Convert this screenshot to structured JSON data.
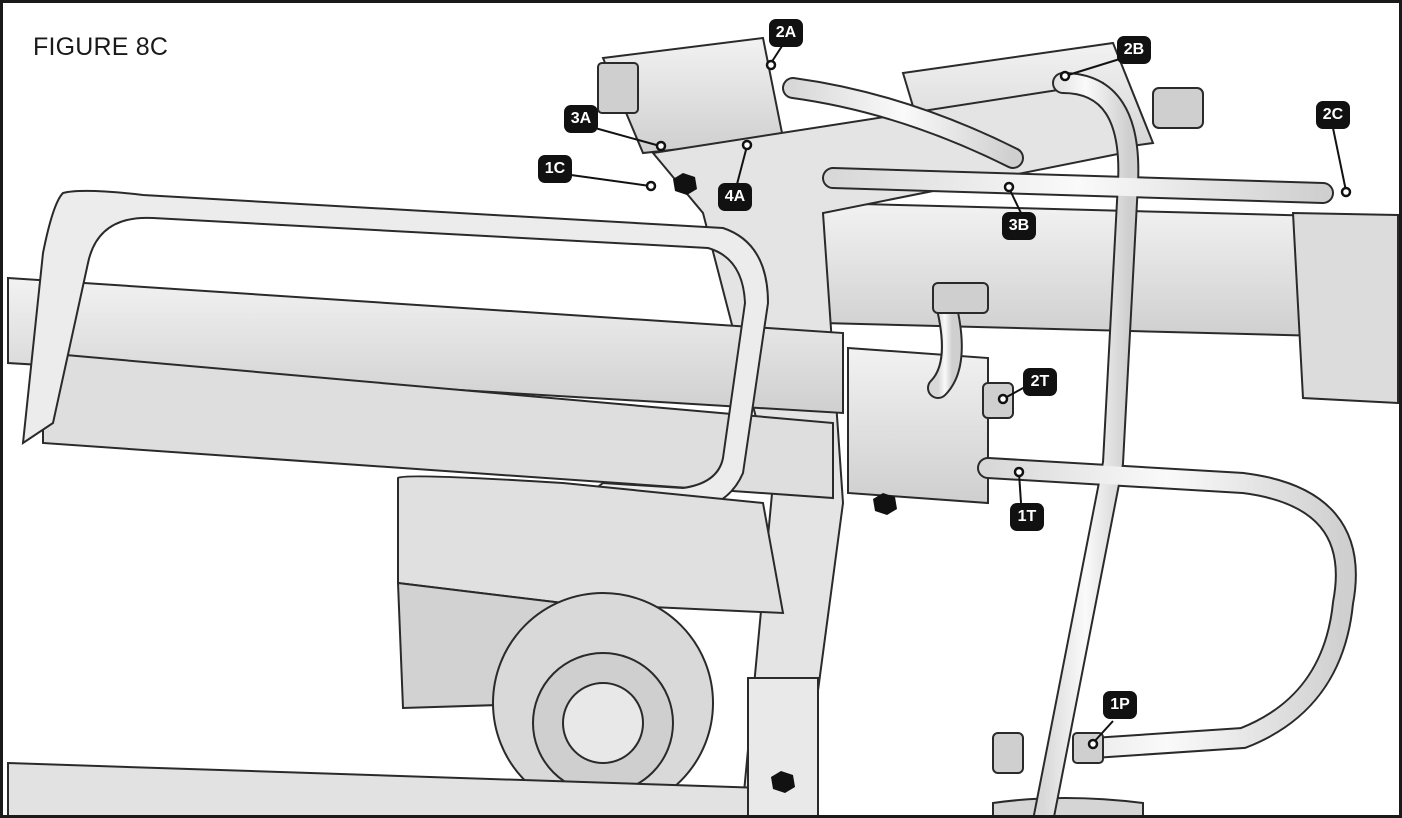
{
  "figure": {
    "title": "FIGURE 8C"
  },
  "callouts": [
    "2A",
    "2B",
    "2C",
    "3A",
    "1C",
    "4A",
    "3B",
    "2T",
    "1T",
    "1P"
  ],
  "colors": {
    "frame": "#1a1a1a",
    "label_bg": "#111111",
    "label_text": "#ffffff",
    "metal": "#e6e6e6",
    "shadow": "#bdbdbd"
  }
}
